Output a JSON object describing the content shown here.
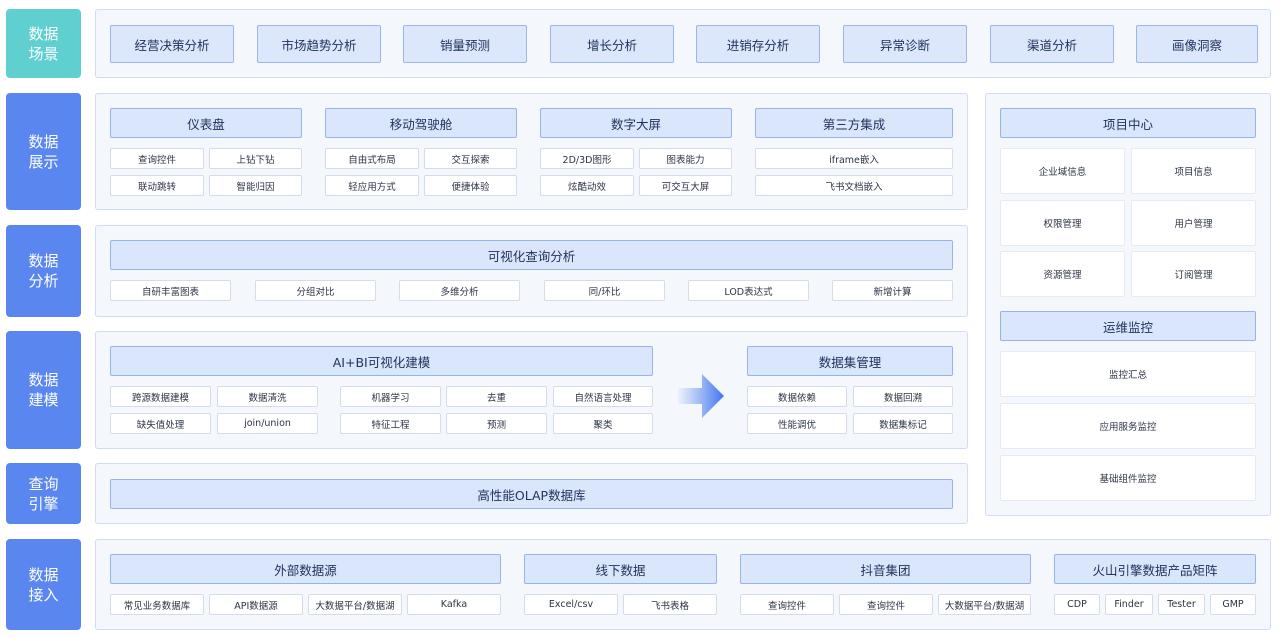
{
  "sidebar": {
    "scene": "数据\n场景",
    "display": "数据\n展示",
    "analysis": "数据\n分析",
    "modeling": "数据\n建模",
    "query": "查询\n引擎",
    "ingest": "数据\n接入"
  },
  "scenes": [
    "经营决策分析",
    "市场趋势分析",
    "销量预测",
    "增长分析",
    "进销存分析",
    "异常诊断",
    "渠道分析",
    "画像洞察"
  ],
  "display": {
    "groups": [
      {
        "title": "仪表盘",
        "items": [
          "查询控件",
          "上钻下钻",
          "联动跳转",
          "智能归因"
        ]
      },
      {
        "title": "移动驾驶舱",
        "items": [
          "自由式布局",
          "交互探索",
          "轻应用方式",
          "便捷体验"
        ]
      },
      {
        "title": "数字大屏",
        "items": [
          "2D/3D图形",
          "图表能力",
          "炫酷动效",
          "可交互大屏"
        ]
      },
      {
        "title": "第三方集成",
        "items": [
          "iframe嵌入",
          "飞书文档嵌入"
        ]
      }
    ]
  },
  "analysis": {
    "title": "可视化查询分析",
    "items": [
      "自研丰富图表",
      "分组对比",
      "多维分析",
      "同/环比",
      "LOD表达式",
      "新增计算"
    ]
  },
  "modeling": {
    "ai_title": "AI+BI可视化建模",
    "ai_items": [
      "跨源数据建模",
      "数据清洗",
      "机器学习",
      "去重",
      "自然语言处理",
      "缺失值处理",
      "join/union",
      "特征工程",
      "预测",
      "聚类"
    ],
    "dataset_title": "数据集管理",
    "dataset_items": [
      "数据依赖",
      "数据回溯",
      "性能调优",
      "数据集标记"
    ]
  },
  "query": {
    "title": "高性能OLAP数据库"
  },
  "ingest": {
    "groups": [
      {
        "title": "外部数据源",
        "items": [
          "常见业务数据库",
          "API数据源",
          "大数据平台/数据湖",
          "Kafka"
        ]
      },
      {
        "title": "线下数据",
        "items": [
          "Excel/csv",
          "飞书表格"
        ]
      },
      {
        "title": "抖音集团",
        "items": [
          "查询控件",
          "查询控件",
          "大数据平台/数据湖"
        ]
      },
      {
        "title": "火山引擎数据产品矩阵",
        "items": [
          "CDP",
          "Finder",
          "Tester",
          "GMP"
        ]
      }
    ]
  },
  "project": {
    "title": "项目中心",
    "items": [
      "企业域信息",
      "项目信息",
      "权限管理",
      "用户管理",
      "资源管理",
      "订阅管理"
    ]
  },
  "ops": {
    "title": "运维监控",
    "items": [
      "监控汇总",
      "应用服务监控",
      "基础组件监控"
    ]
  },
  "colors": {
    "sidebar_blue": "#5a86f0",
    "sidebar_teal": "#5fcfcf",
    "header_fill": "#dae6fb",
    "panel_fill": "#f4f7fc"
  }
}
